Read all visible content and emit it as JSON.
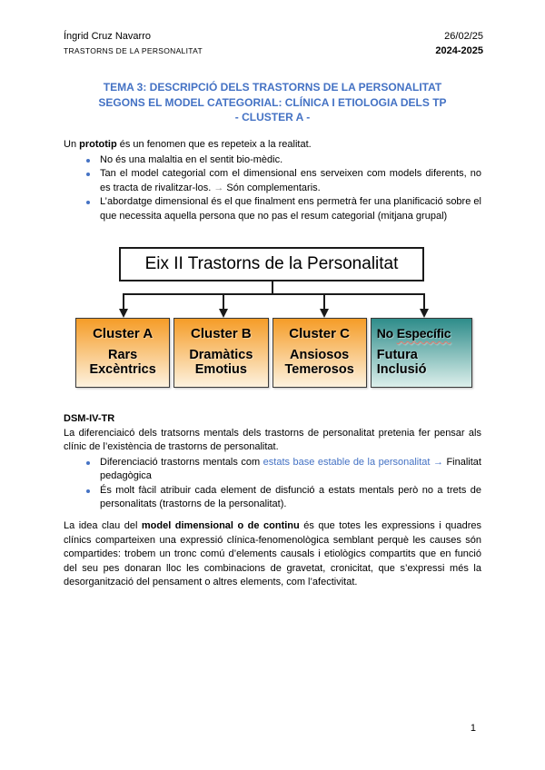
{
  "header": {
    "author": "Íngrid Cruz Navarro",
    "course": "TRASTORNS DE LA PERSONALITAT",
    "date": "26/02/25",
    "academic_year": "2024-2025"
  },
  "title": {
    "line1": "TEMA 3: DESCRIPCIÓ DELS TRASTORNS DE LA PERSONALITAT",
    "line2": "SEGONS EL MODEL CATEGORIAL: CLÍNICA I ETIOLOGIA DELS TP",
    "line3": "- CLUSTER A -"
  },
  "intro": {
    "pre": "Un ",
    "bold": "prototip",
    "post": " és un fenomen que es repeteix a la realitat.",
    "bullets": [
      {
        "text": "No és una malaltia en el sentit bio-mèdic."
      },
      {
        "pre": "Tan el model categorial com el dimensional ens serveixen com models diferents, no es tracta de rivalitzar-los. ",
        "arrow": "→",
        "post": " Són complementaris."
      },
      {
        "text": "L’abordatge dimensional és el que finalment ens permetrà fer una planificació sobre el que necessita aquella persona que no pas el resum categorial (mitjana grupal)"
      }
    ]
  },
  "diagram": {
    "root_label": "Eix II Trastorns de la Personalitat",
    "clusters": [
      {
        "title": "Cluster A",
        "line1": "Rars",
        "line2": "Excèntrics"
      },
      {
        "title": "Cluster B",
        "line1": "Dramàtics",
        "line2": "Emotius"
      },
      {
        "title": "Cluster C",
        "line1": "Ansiosos",
        "line2": "Temerosos"
      },
      {
        "title_pre": "No ",
        "title_underlined": "Específic",
        "line1": "Futura",
        "line2": "Inclusió"
      }
    ]
  },
  "dsm": {
    "heading": "DSM-IV-TR",
    "paragraph": "La diferenciaicó dels tratsorns mentals dels trastorns de personalitat pretenia fer pensar als clínic de l’existència de trastorns de personalitat.",
    "bullets": [
      {
        "pre": "Diferenciació trastorns mentals com ",
        "highlight": "estats base estable de la personalitat →",
        "post": " Finalitat pedagògica"
      },
      {
        "text": "És molt fàcil atribuir cada element de disfunció a estats mentals però no a trets de personalitats (trastorns de la personalitat)."
      }
    ]
  },
  "conclusion": {
    "pre": "La idea clau del ",
    "bold": "model dimensional o de continu",
    "post": " és que totes les expressions i quadres clínics comparteixen una expressió clínica-fenomenològica semblant perquè les causes són compartides: trobem un tronc comú d’elements causals i etiològics compartits que en funció del seu pes donaran lloc les combinacions de gravetat, cronicitat, que s’expressi més la desorganització del pensament o altres elements, com l’afectivitat."
  },
  "footer": {
    "page_number": "1"
  },
  "colors": {
    "title_blue": "#4472C4",
    "link_blue": "#4472C4",
    "bullet_blue": "#4472C4",
    "arrow_gray": "#8c8c8c",
    "cluster_orange_top": "#F59C27",
    "cluster_orange_bottom": "#FDF2DF",
    "cluster_teal_top": "#2E8C8A",
    "cluster_teal_bottom": "#DCEFEB",
    "squiggle_red": "#E2776B"
  }
}
